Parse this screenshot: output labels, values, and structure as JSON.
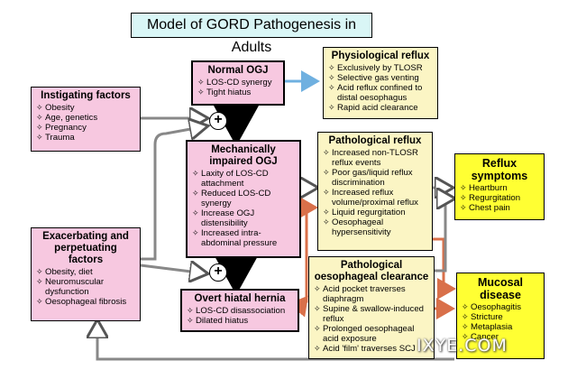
{
  "title": "Model of GORD Pathogenesis in Adults",
  "instigating": {
    "heading": "Instigating factors",
    "items": [
      "Obesity",
      "Age, genetics",
      "Pregnancy",
      "Trauma"
    ]
  },
  "exacerbating": {
    "heading_line1": "Exacerbating and",
    "heading_line2": "perpetuating",
    "heading_line3": "factors",
    "items": [
      "Obesity, diet",
      "Neuromuscular dysfunction",
      "Oesophageal fibrosis"
    ]
  },
  "normal_ogj": {
    "heading": "Normal OGJ",
    "items": [
      "LOS-CD synergy",
      "Tight hiatus"
    ]
  },
  "impaired_ogj": {
    "heading_line1": "Mechanically",
    "heading_line2": "impaired OGJ",
    "items": [
      "Laxity of LOS-CD attachment",
      "Reduced LOS-CD synergy",
      "Increase OGJ distensibility",
      "Increased intra-abdominal pressure"
    ]
  },
  "hiatal_hernia": {
    "heading": "Overt hiatal hernia",
    "items": [
      "LOS-CD disassociation",
      "Dilated hiatus"
    ]
  },
  "physiological_reflux": {
    "heading": "Physiological reflux",
    "items": [
      "Exclusively by TLOSR",
      "Selective gas venting",
      "Acid reflux confined to distal oesophagus",
      "Rapid acid clearance"
    ]
  },
  "pathological_reflux": {
    "heading": "Pathological reflux",
    "items": [
      "Increased non-TLOSR reflux events",
      "Poor gas/liquid reflux discrimination",
      "Increased reflux volume/proximal reflux",
      "Liquid regurgitation",
      "Oesophageal hypersensitivity"
    ]
  },
  "pathological_clearance": {
    "heading_line1": "Pathological",
    "heading_line2": "oesophageal clearance",
    "items": [
      "Acid pocket traverses diaphragm",
      "Supine & swallow-induced reflux",
      "Prolonged oesophageal acid exposure",
      "Acid 'film' traverses SCJ"
    ]
  },
  "reflux_symptoms": {
    "heading_line1": "Reflux",
    "heading_line2": "symptoms",
    "items": [
      "Heartburn",
      "Regurgitation",
      "Chest pain"
    ]
  },
  "mucosal_disease": {
    "heading_line1": "Mucosal",
    "heading_line2": "disease",
    "items": [
      "Oesophagitis",
      "Stricture",
      "Metaplasia",
      "Cancer"
    ]
  },
  "plus_symbol": "+",
  "watermark": "IXYE.COM",
  "colors": {
    "pink": "#f7c8e0",
    "pale_yellow": "#fbf5c4",
    "bright_yellow": "#ffff33",
    "title_bg": "#d9f6f6",
    "orange_arrow": "#d9704a",
    "blue_arrow": "#6fb0e0"
  }
}
